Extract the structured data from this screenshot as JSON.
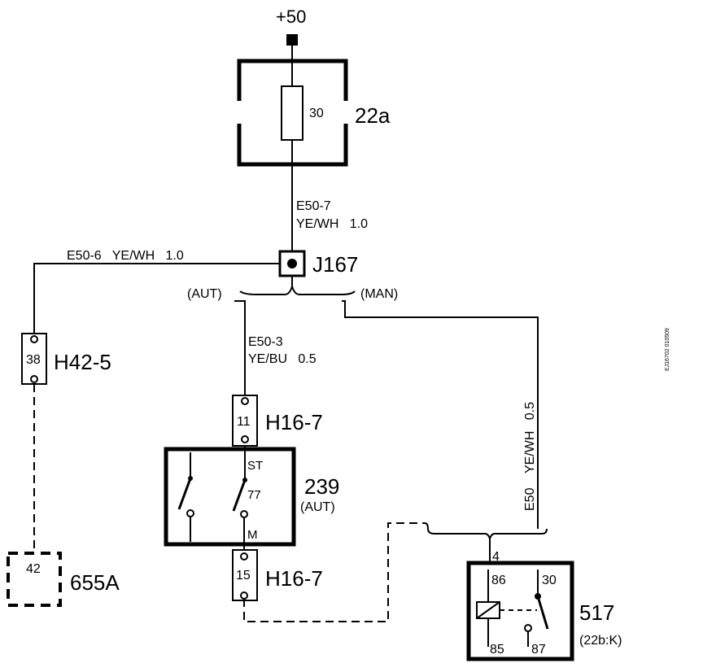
{
  "supply": {
    "label": "+50"
  },
  "fuse_box": {
    "id": "22a",
    "fuse_number": "30"
  },
  "wire_top": {
    "code": "E50-7",
    "spec": "YE/WH   1.0"
  },
  "splice": {
    "id": "J167"
  },
  "wire_left": {
    "label": "E50-6   YE/WH   1.0"
  },
  "branches": {
    "aut": "(AUT)",
    "man": "(MAN)"
  },
  "connector_h42": {
    "id": "H42-5",
    "pin": "38"
  },
  "wire_mid": {
    "code": "E50-3",
    "spec": "YE/BU   0.5"
  },
  "connector_h16_top": {
    "id": "H16-7",
    "pin": "11"
  },
  "switch_239": {
    "id": "239",
    "sub": "(AUT)",
    "pin_st": "ST",
    "pin_77": "77",
    "pin_m": "M"
  },
  "connector_h16_bottom": {
    "id": "H16-7",
    "pin": "15"
  },
  "component_655a": {
    "id": "655A",
    "pin": "42"
  },
  "wire_right": {
    "label": "E50    YE/WH   0.5"
  },
  "relay_517": {
    "id": "517",
    "location": "(22b:K)",
    "input_pin": "4",
    "pins": {
      "p86": "86",
      "p30": "30",
      "p85": "85",
      "p87": "87"
    }
  },
  "doc_ref": "EJ16702 010509"
}
